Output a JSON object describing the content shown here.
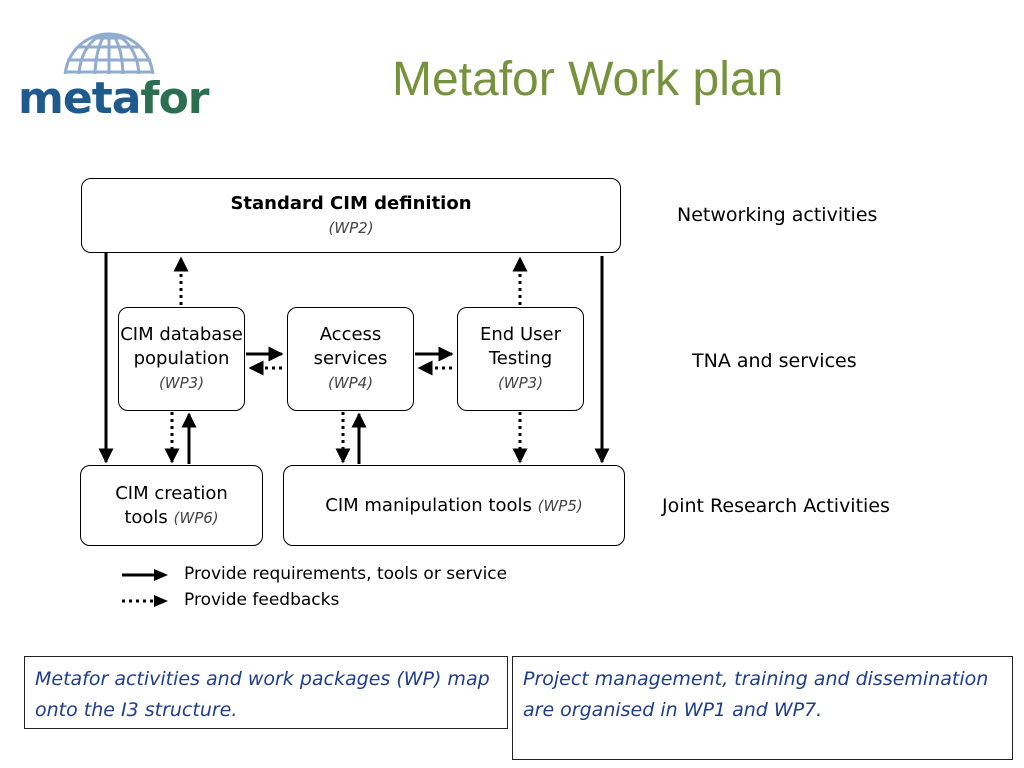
{
  "logo": {
    "text_blue": "meta",
    "text_green": "for"
  },
  "title": "Metafor Work plan",
  "diagram": {
    "standard_box": {
      "title": "Standard CIM definition",
      "wp": "(WP2)"
    },
    "db_box": {
      "line1": "CIM database",
      "line2": "population",
      "wp": "(WP3)"
    },
    "access_box": {
      "line1": "Access",
      "line2": "services",
      "wp": "(WP4)"
    },
    "enduser_box": {
      "line1": "End User",
      "line2": "Testing",
      "wp": "(WP3)"
    },
    "creation_box": {
      "line1": "CIM creation",
      "line2": "tools",
      "wp": "(WP6)"
    },
    "manip_box": {
      "line1": "CIM manipulation tools",
      "wp": "(WP5)"
    },
    "layers": {
      "networking": "Networking activities",
      "tna": "TNA and services",
      "jra": "Joint Research Activities"
    },
    "legend": {
      "solid": "Provide requirements, tools or service",
      "dotted": "Provide feedbacks"
    }
  },
  "notes": {
    "left": "Metafor activities and work packages (WP) map  onto the I3 structure.",
    "right": "Project management, training and dissemination are organised in WP1 and WP7."
  }
}
